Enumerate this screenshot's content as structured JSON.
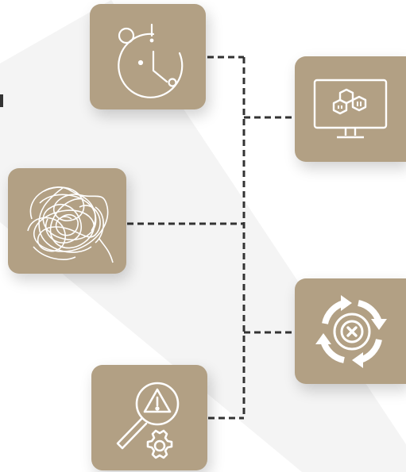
{
  "colors": {
    "tile": "#b2a084",
    "icon_stroke": "#ffffff",
    "connector": "#333333",
    "background": "#ffffff",
    "bg_wedge": "#f3f3f3"
  },
  "nodes": [
    {
      "id": "time",
      "icon": "clock-warning-icon"
    },
    {
      "id": "tangle",
      "icon": "tangled-scribble-icon"
    },
    {
      "id": "search",
      "icon": "search-alert-gear-icon"
    },
    {
      "id": "monitor",
      "icon": "monitor-molecule-icon"
    },
    {
      "id": "cycle",
      "icon": "cycle-cancel-icon"
    }
  ],
  "edges": [
    {
      "from": "time",
      "to": "monitor",
      "style": "dashed"
    },
    {
      "from": "tangle",
      "to": "monitor",
      "style": "dashed"
    },
    {
      "from": "search",
      "to": "cycle",
      "style": "dashed"
    }
  ]
}
